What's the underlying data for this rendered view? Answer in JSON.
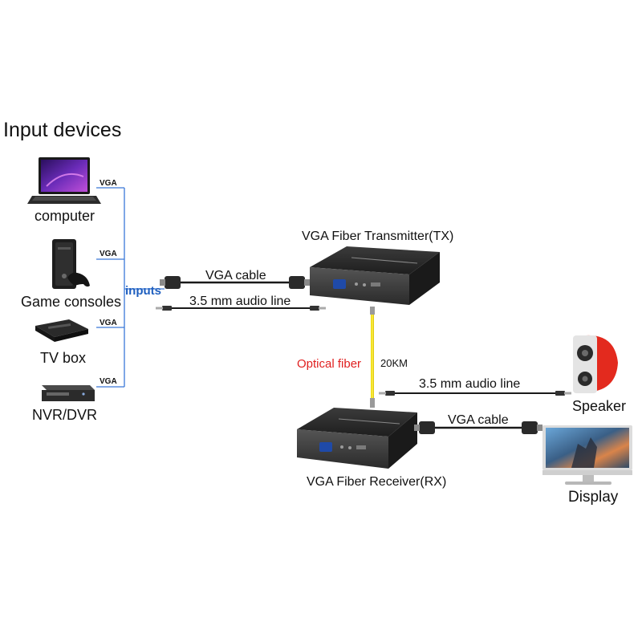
{
  "title": "Input devices",
  "devices": [
    {
      "label": "computer",
      "icon": "laptop-icon",
      "link": "VGA"
    },
    {
      "label": "Game consoles",
      "icon": "game-console-icon",
      "link": "VGA"
    },
    {
      "label": "TV box",
      "icon": "tv-box-icon",
      "link": "VGA"
    },
    {
      "label": "NVR/DVR",
      "icon": "nvr-dvr-icon",
      "link": "VGA"
    }
  ],
  "inputs_label": "inputs",
  "transmitter": {
    "label": "VGA Fiber Transmitter(TX)",
    "icon": "transmitter-box-icon"
  },
  "receiver": {
    "label": "VGA Fiber Receiver(RX)",
    "icon": "receiver-box-icon"
  },
  "cables": {
    "input_vga": "VGA cable",
    "input_audio": "3.5 mm audio line",
    "output_audio": "3.5 mm audio line",
    "output_vga": "VGA cable"
  },
  "fiber": {
    "label": "Optical fiber",
    "distance": "20KM"
  },
  "outputs": [
    {
      "label": "Speaker",
      "icon": "speaker-icon"
    },
    {
      "label": "Display",
      "icon": "monitor-icon"
    }
  ],
  "colors": {
    "bracket_line": "#3a78d8",
    "fiber": "#f4e21b",
    "fiber_label": "#e02020",
    "inputs_label": "#1f5fbf",
    "device_dark": "#2a2a2a",
    "speaker_red": "#e32a1e"
  }
}
